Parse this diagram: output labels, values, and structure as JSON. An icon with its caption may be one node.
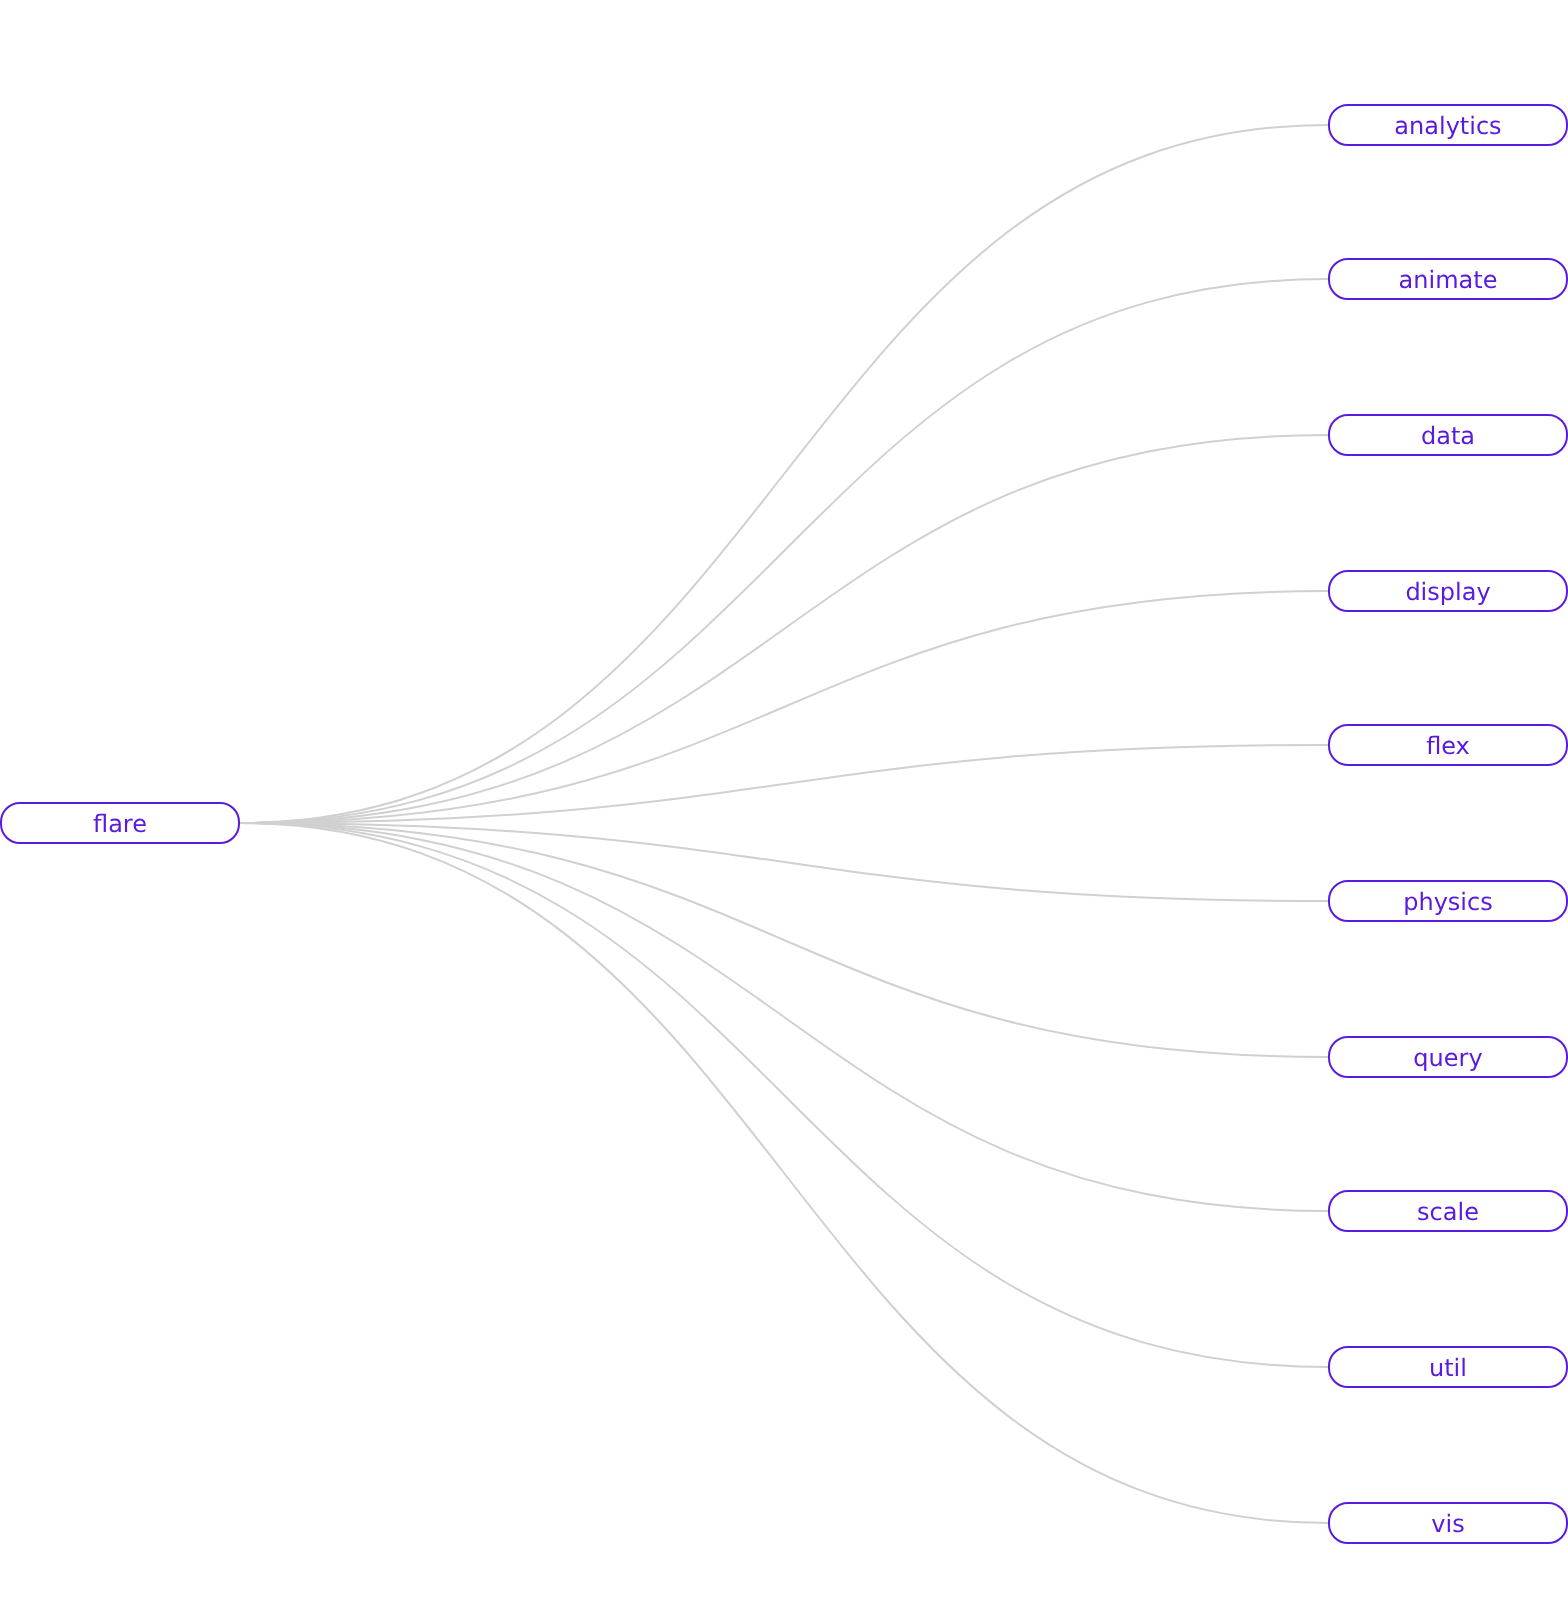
{
  "diagram": {
    "nodes": [
      {
        "text": [
          "flare"
        ]
      },
      {
        "text": [
          "analytics"
        ]
      },
      {
        "text": [
          "animate"
        ]
      },
      {
        "text": [
          "data"
        ]
      },
      {
        "text": [
          "display"
        ]
      },
      {
        "text": [
          "flex"
        ]
      },
      {
        "text": [
          "physics"
        ]
      },
      {
        "text": [
          "query"
        ]
      },
      {
        "text": [
          "scale"
        ]
      },
      {
        "text": [
          "util"
        ]
      },
      {
        "text": [
          "vis"
        ]
      }
    ],
    "edges": [
      {
        "from": 0,
        "to": 1,
        "arrow": "none"
      },
      {
        "from": 0,
        "to": 2,
        "arrow": "none"
      },
      {
        "from": 0,
        "to": 3,
        "arrow": "none"
      },
      {
        "from": 0,
        "to": 4,
        "arrow": "none"
      },
      {
        "from": 0,
        "to": 5,
        "arrow": "none"
      },
      {
        "from": 0,
        "to": 6,
        "arrow": "none"
      },
      {
        "from": 0,
        "to": 7,
        "arrow": "none"
      },
      {
        "from": 0,
        "to": 8,
        "arrow": "none"
      },
      {
        "from": 0,
        "to": 9,
        "arrow": "none"
      },
      {
        "from": 0,
        "to": 10,
        "arrow": "none"
      }
    ]
  }
}
